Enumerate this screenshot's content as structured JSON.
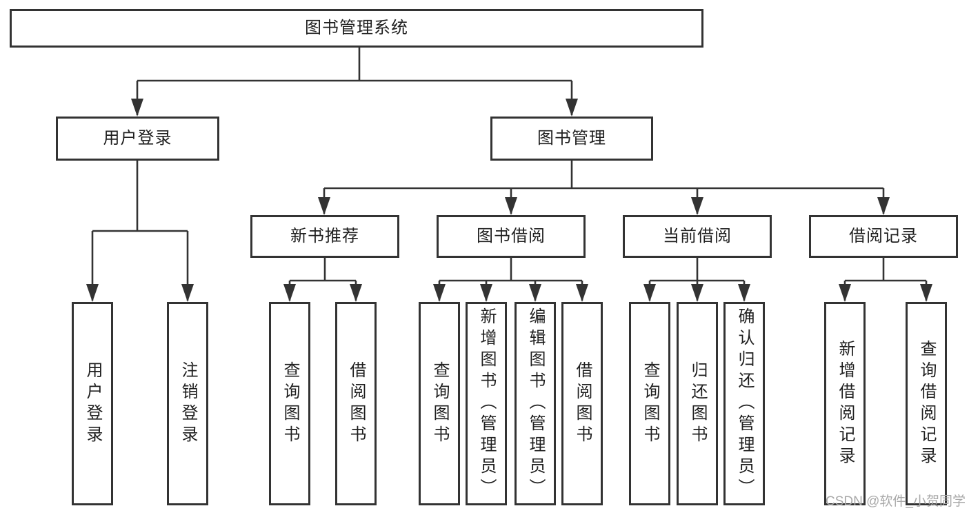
{
  "tree": {
    "root": {
      "label": "图书管理系统"
    },
    "level2": [
      {
        "label": "用户登录",
        "children": [
          {
            "label": "用户登录"
          },
          {
            "label": "注销登录"
          }
        ]
      },
      {
        "label": "图书管理",
        "children": [
          {
            "label": "新书推荐",
            "children": [
              {
                "label": "查询图书"
              },
              {
                "label": "借阅图书"
              }
            ]
          },
          {
            "label": "图书借阅",
            "children": [
              {
                "label": "查询图书"
              },
              {
                "label": "新增图书（管理员）"
              },
              {
                "label": "编辑图书（管理员）"
              },
              {
                "label": "借阅图书"
              }
            ]
          },
          {
            "label": "当前借阅",
            "children": [
              {
                "label": "查询图书"
              },
              {
                "label": "归还图书"
              },
              {
                "label": "确认归还（管理员）"
              }
            ]
          },
          {
            "label": "借阅记录",
            "children": [
              {
                "label": "新增借阅记录"
              },
              {
                "label": "查询借阅记录"
              }
            ]
          }
        ]
      }
    ]
  },
  "watermark": {
    "text": "CSDN @软件_小贺同学"
  },
  "colors": {
    "line": "#333333",
    "box_border": "#333333",
    "text": "#1f1f1f",
    "watermark": "#a8a8a8",
    "background": "#ffffff"
  }
}
